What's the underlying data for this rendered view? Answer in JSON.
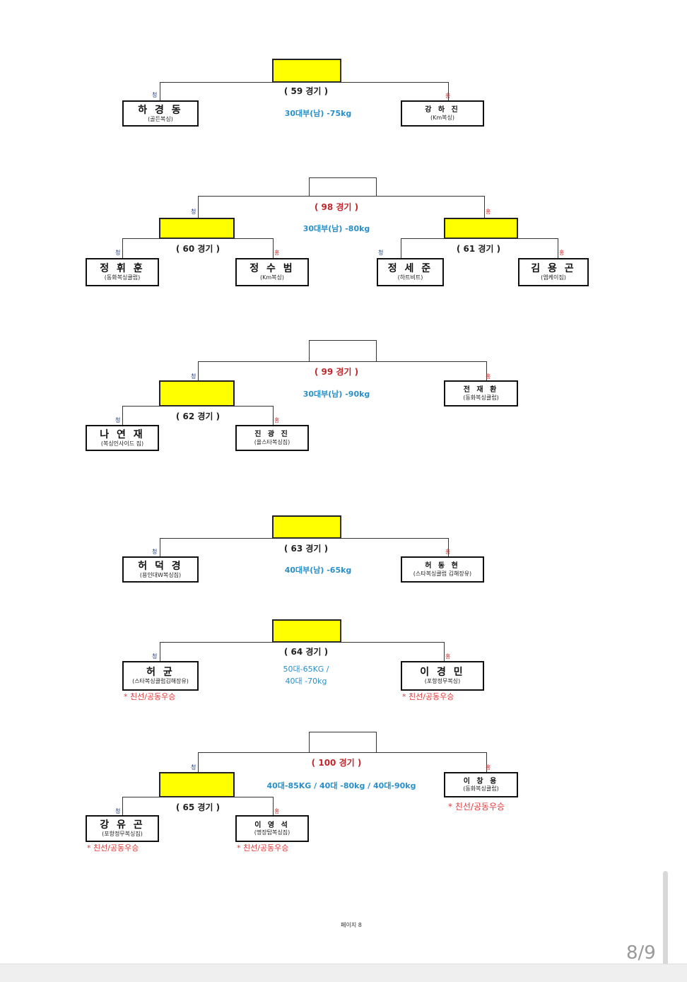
{
  "corner": {
    "blue": "청",
    "red": "홍"
  },
  "b1": {
    "match": "( 59 경기 )",
    "category": "30대부(남) -75kg",
    "left": {
      "name": "하 경 동",
      "club": "(골든복싱)"
    },
    "right": {
      "name": "강 하 진",
      "club": "(Km복싱)"
    }
  },
  "b2": {
    "match": "( 98 경기 )",
    "category": "30대부(남) -80kg",
    "sub1": "( 60 경기 )",
    "sub2": "( 61 경기 )",
    "p1": {
      "name": "정 휘 훈",
      "club": "(동화복싱클럽)"
    },
    "p2": {
      "name": "정 수 범",
      "club": "(Km복싱)"
    },
    "p3": {
      "name": "정 세 준",
      "club": "(하트비트)"
    },
    "p4": {
      "name": "김 용 곤",
      "club": "(엠케이짐)"
    }
  },
  "b3": {
    "match": "( 99 경기 )",
    "category": "30대부(남) -90kg",
    "sub1": "( 62 경기 )",
    "p1": {
      "name": "나 연 재",
      "club": "(복싱인사이드 짐)"
    },
    "p2": {
      "name": "진 광 진",
      "club": "(올스타복싱짐)"
    },
    "p3": {
      "name": "전 재 환",
      "club": "(동화복싱클럽)"
    }
  },
  "b4": {
    "match": "( 63 경기 )",
    "category": "40대부(남) -65kg",
    "left": {
      "name": "허 덕 경",
      "club": "(용인대W복싱짐)"
    },
    "right": {
      "name": "허 동 현",
      "club": "(스타복싱클럽 김해장유)"
    }
  },
  "b5": {
    "match": "( 64 경기 )",
    "category1": "50대-65KG /",
    "category2": "40대 -70kg",
    "left": {
      "name": "허 균",
      "club": "(스타복싱클럽김해장유)",
      "note": "* 친선/공동우승"
    },
    "right": {
      "name": "이 경 민",
      "club": "(포항정무복싱)",
      "note": "* 친선/공동우승"
    }
  },
  "b6": {
    "match": "( 100 경기 )",
    "category": "40대-85KG / 40대 -80kg / 40대-90kg",
    "sub1": "( 65 경기 )",
    "p1": {
      "name": "강 유 곤",
      "club": "(포항정무복싱짐)",
      "note": "* 친선/공동우승"
    },
    "p2": {
      "name": "이 영 석",
      "club": "(명장탑복싱짐)",
      "note": "* 친선/공동우승"
    },
    "p3": {
      "name": "이 창 용",
      "club": "(동화복싱클럽)",
      "note": "* 친선/공동우승"
    }
  },
  "footer": {
    "page_label": "페이지 8",
    "page_indicator": "8/9"
  }
}
